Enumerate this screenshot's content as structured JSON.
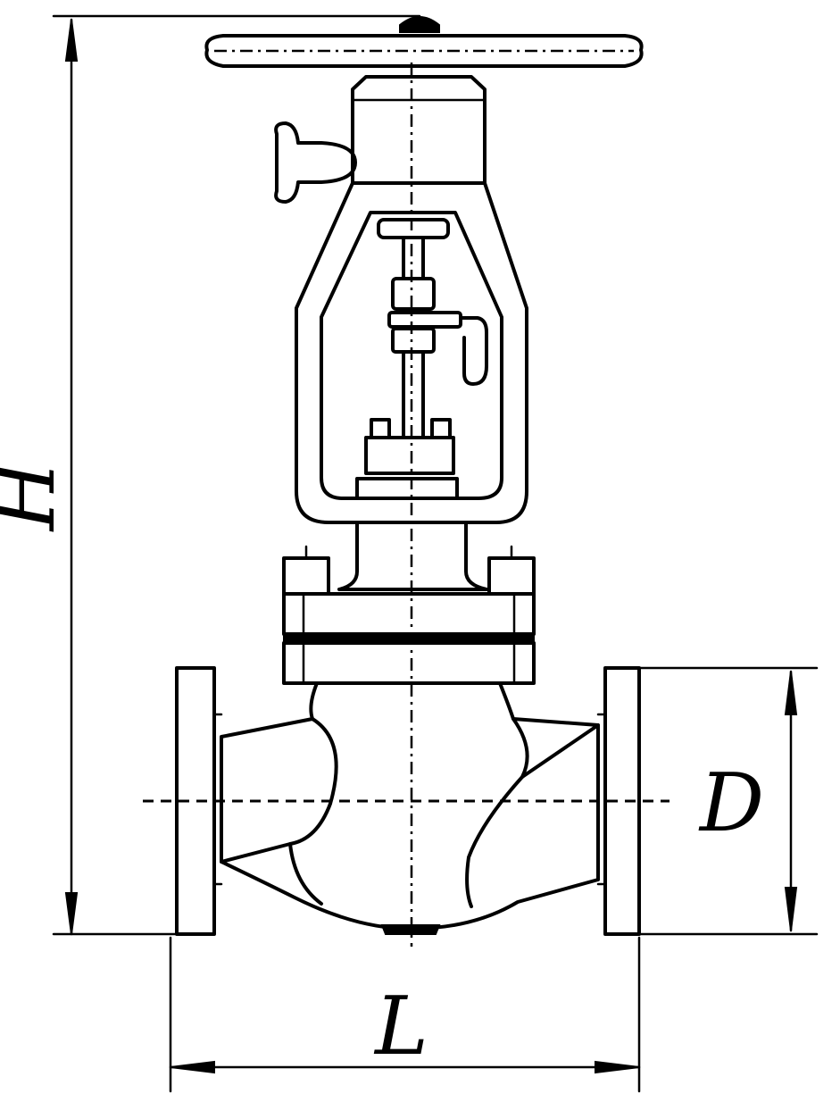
{
  "drawing": {
    "dimensions": {
      "height_label": "H",
      "length_label": "L",
      "diameter_label": "D"
    },
    "colors": {
      "line": "#000000",
      "background": "#ffffff"
    }
  }
}
